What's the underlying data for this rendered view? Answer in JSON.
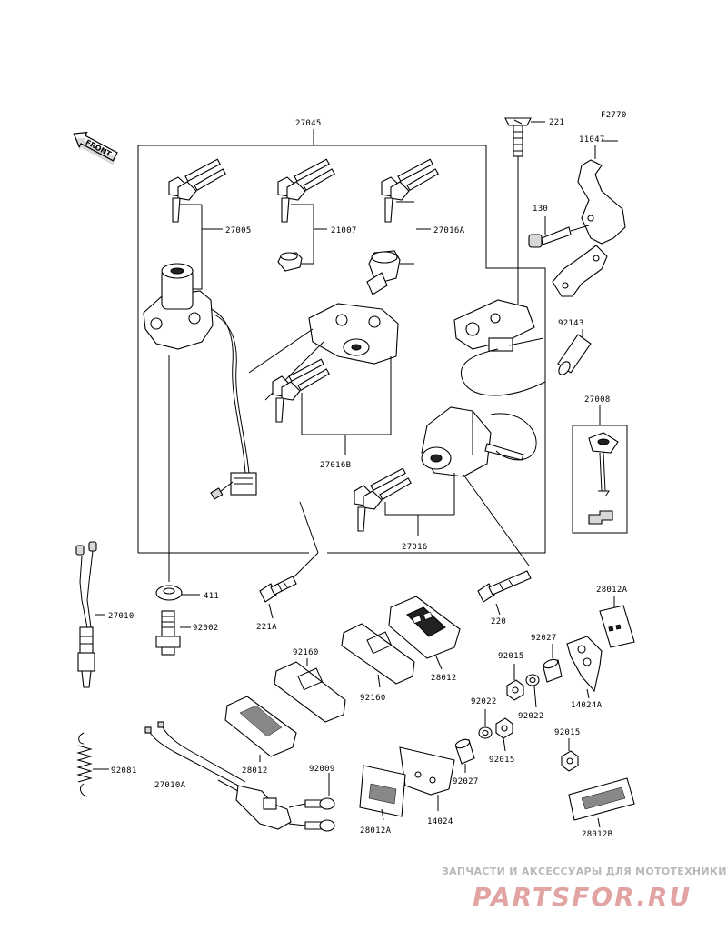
{
  "figure_code": "F2770",
  "front_label": "FRONT",
  "parts": {
    "p27045": "27045",
    "p221": "221",
    "p11047": "11047",
    "p27005": "27005",
    "p21007": "21007",
    "p27016A": "27016A",
    "p130": "130",
    "p92143": "92143",
    "p27008": "27008",
    "p27016B": "27016B",
    "p27016": "27016",
    "p27010": "27010",
    "p411": "411",
    "p92002": "92002",
    "p221A": "221A",
    "p220": "220",
    "p28012A_top": "28012A",
    "p92160_left": "92160",
    "p92160_right": "92160",
    "p28012_mid": "28012",
    "p92027_top": "92027",
    "p92015_top": "92015",
    "p92022_right": "92022",
    "p14024A": "14024A",
    "p92022_left": "92022",
    "p92015_mid": "92015",
    "p92015_right": "92015",
    "p28012_left": "28012",
    "p92081": "92081",
    "p92009": "92009",
    "p92027_bottom": "92027",
    "p27010A": "27010A",
    "p14024": "14024",
    "p28012A_bottom": "28012A",
    "p28012B": "28012B"
  },
  "watermark": {
    "tagline": "ЗАПЧАСТИ И АКСЕССУАРЫ ДЛЯ МОТОТЕХНИКИ",
    "brand": "PARTSFOR.RU"
  }
}
